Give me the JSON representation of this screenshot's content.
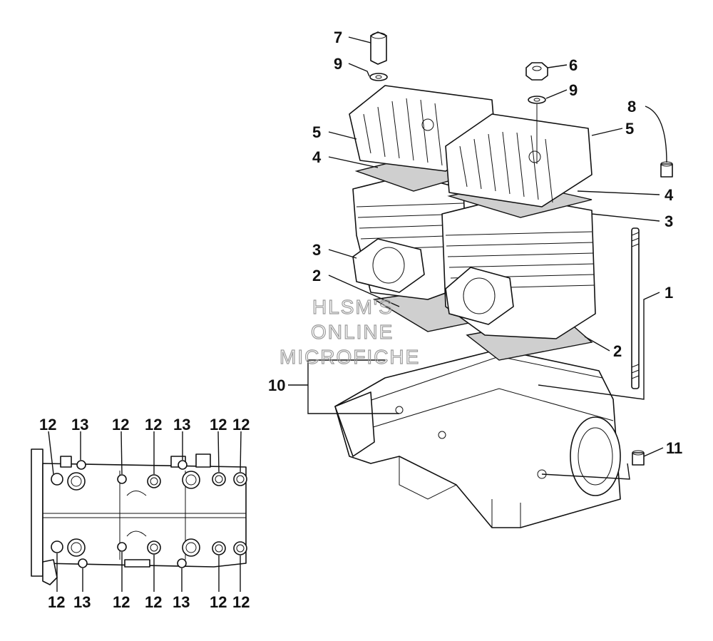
{
  "callouts": {
    "main": [
      {
        "id": "c7",
        "text": "7"
      },
      {
        "id": "c9a",
        "text": "9"
      },
      {
        "id": "c6",
        "text": "6"
      },
      {
        "id": "c9b",
        "text": "9"
      },
      {
        "id": "c8",
        "text": "8"
      },
      {
        "id": "c5a",
        "text": "5"
      },
      {
        "id": "c5b",
        "text": "5"
      },
      {
        "id": "c4a",
        "text": "4"
      },
      {
        "id": "c4b",
        "text": "4"
      },
      {
        "id": "c3a",
        "text": "3"
      },
      {
        "id": "c3b",
        "text": "3"
      },
      {
        "id": "c2a",
        "text": "2"
      },
      {
        "id": "c2b",
        "text": "2"
      },
      {
        "id": "c1",
        "text": "1"
      },
      {
        "id": "c10",
        "text": "10"
      },
      {
        "id": "c11",
        "text": "11"
      }
    ],
    "bottom_top_row": [
      "12",
      "13",
      "12",
      "12",
      "13",
      "12",
      "12"
    ],
    "bottom_bottom_row": [
      "12",
      "13",
      "12",
      "12",
      "13",
      "12",
      "12"
    ]
  },
  "watermark": [
    "HLSM'S",
    "ONLINE",
    "MICROFICHE"
  ],
  "colors": {
    "ink": "#111111",
    "gasket": "#cfcfcf",
    "watermark": "#9a9a9a",
    "background": "#ffffff"
  }
}
